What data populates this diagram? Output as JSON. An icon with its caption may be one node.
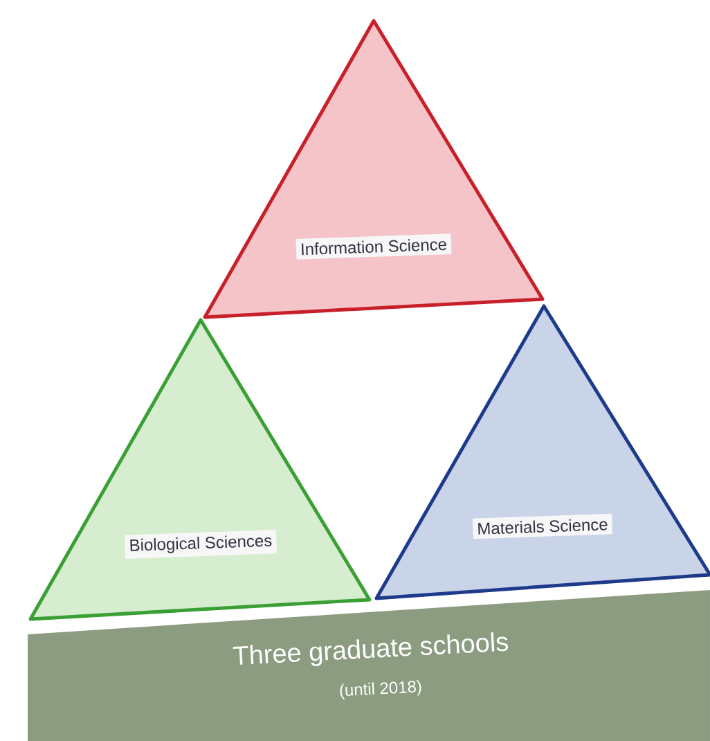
{
  "diagram": {
    "nodes": [
      {
        "text": [
          "Information Science"
        ]
      },
      {
        "text": [
          "Biological Sciences"
        ]
      },
      {
        "text": [
          "Materials Science"
        ]
      },
      {
        "text": [
          "Three graduate schools",
          "(until 2018)"
        ]
      }
    ]
  }
}
